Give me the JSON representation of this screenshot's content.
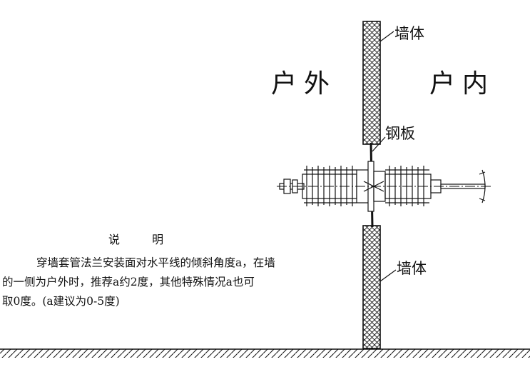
{
  "labels": {
    "outdoor": "户外",
    "indoor": "户内",
    "wall_top": "墙体",
    "steel_plate": "钢板",
    "wall_bottom": "墙体"
  },
  "notes": {
    "title": "说 明",
    "line1": "穿墙套管法兰安装面对水平线的倾斜角度a，在墙",
    "line2": "的一侧为户外时，推荐a约2度，其他特殊情况a也可",
    "line3": "取0度。(a建议为0-5度)"
  },
  "colors": {
    "ink": "#111111",
    "paper": "#ffffff"
  }
}
